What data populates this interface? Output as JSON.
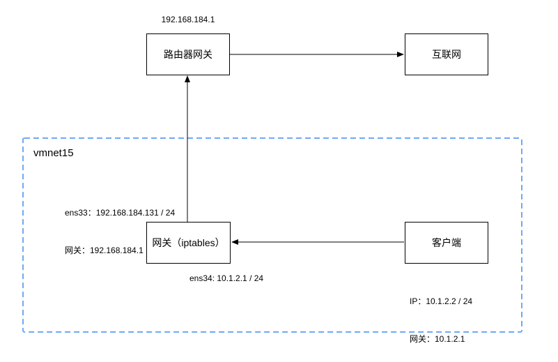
{
  "diagram": {
    "router_ip_label": "192.168.184.1",
    "router_box_label": "路由器网关",
    "internet_box_label": "互联网",
    "vmnet_label": "vmnet15",
    "ens33_info_line1": "ens33：192.168.184.131 / 24",
    "ens33_info_line2": "网关：192.168.184.1",
    "gateway_box_label": "网关（iptables）",
    "ens34_info": "ens34: 10.1.2.1 / 24",
    "client_box_label": "客户端",
    "client_info_line1": "IP：10.1.2.2 / 24",
    "client_info_line2": "网关：10.1.2.1",
    "colors": {
      "node_border": "#000000",
      "connector": "#000000",
      "vmnet_dashed_border": "#6FA8F5",
      "text": "#000000",
      "background": "#ffffff"
    }
  }
}
